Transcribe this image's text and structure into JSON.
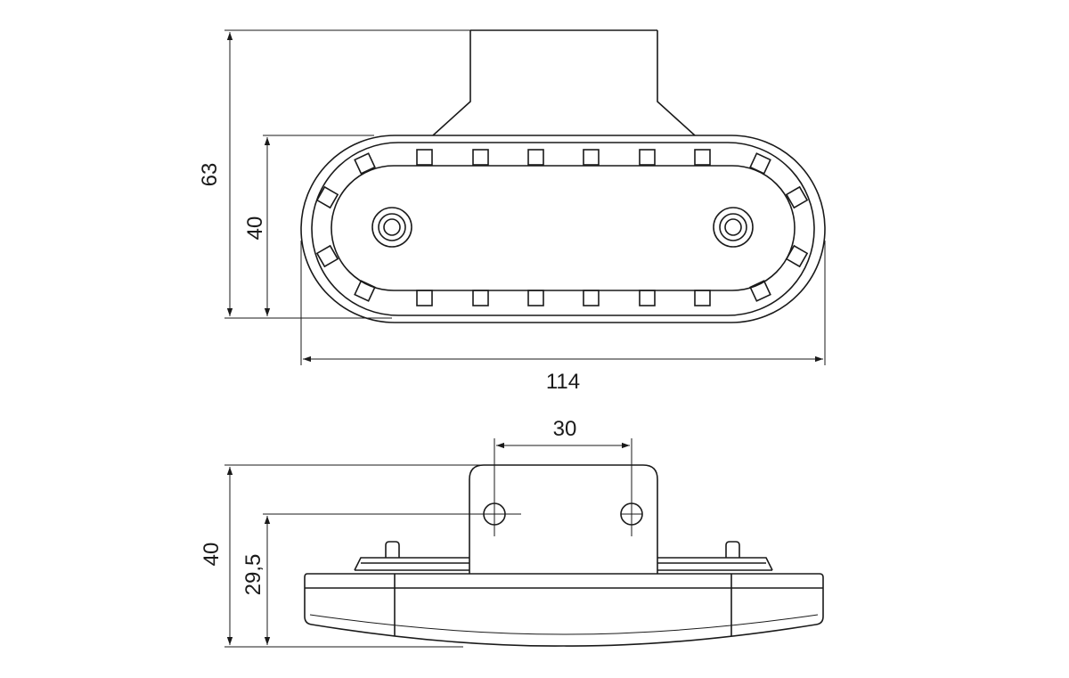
{
  "drawing": {
    "top_view": {
      "total_height_label": "63",
      "body_height_label": "40",
      "width_label": "114"
    },
    "side_view": {
      "hole_spacing_label": "30",
      "total_height_label": "40",
      "hole_height_label": "29,5"
    },
    "colors": {
      "line": "#1a1a1a",
      "background": "#ffffff"
    }
  }
}
